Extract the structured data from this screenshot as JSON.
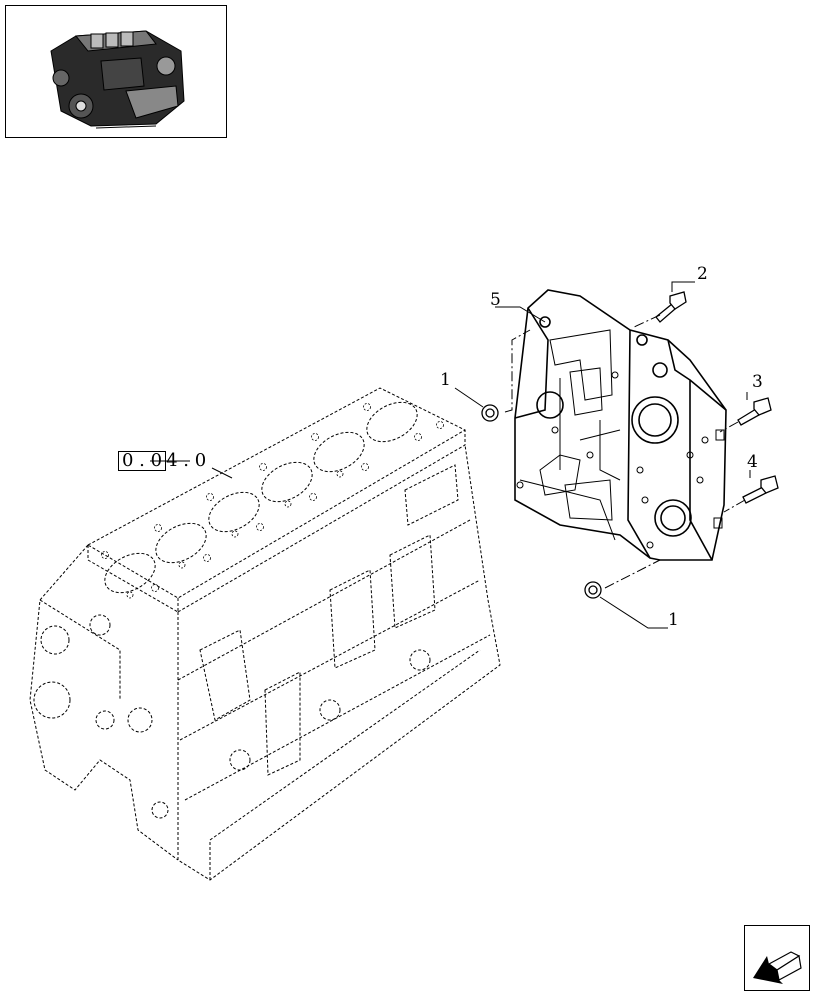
{
  "thumbnail": {
    "icon": "engine-thumbnail"
  },
  "reference": {
    "text_boxed": "0 . 0",
    "text_rest": "4 . 0"
  },
  "callouts": [
    {
      "id": "c5",
      "label": "5"
    },
    {
      "id": "c2",
      "label": "2"
    },
    {
      "id": "c3",
      "label": "3"
    },
    {
      "id": "c4",
      "label": "4"
    },
    {
      "id": "c1a",
      "label": "1"
    },
    {
      "id": "c1b",
      "label": "1"
    }
  ],
  "navigation": {
    "icon": "next-page-arrow-icon"
  }
}
